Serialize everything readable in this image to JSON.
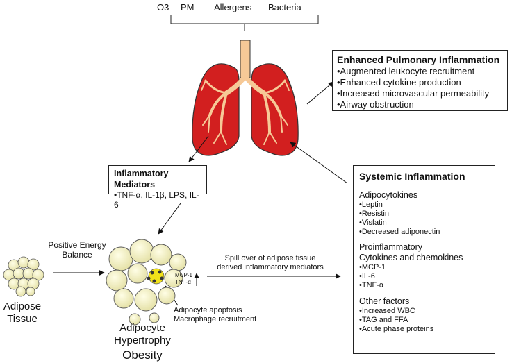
{
  "pollutants": [
    "O3",
    "PM",
    "Allergens",
    "Bacteria"
  ],
  "pulmonary": {
    "title": "Enhanced Pulmonary Inflammation",
    "items": [
      "•Augmented leukocyte recruitment",
      "•Enhanced cytokine production",
      "•Increased microvascular permeability",
      "•Airway obstruction"
    ]
  },
  "mediators": {
    "title": "Inflammatory Mediators",
    "items": [
      "•TNF-α, IL-1β, LPS, IL-6"
    ]
  },
  "systemic": {
    "title": "Systemic Inflammation",
    "adipo_title": "Adipocytokines",
    "adipo_items": [
      "•Leptin",
      "•Resistin",
      "•Visfatin",
      "•Decreased adiponectin"
    ],
    "pro_title_1": "Proinflammatory",
    "pro_title_2": "Cytokines and chemokines",
    "pro_items": [
      "•MCP-1",
      "•IL-6",
      "•TNF-α"
    ],
    "other_title": "Other factors",
    "other_items": [
      "•Increased WBC",
      "•TAG and FFA",
      "•Acute phase proteins"
    ]
  },
  "labels": {
    "positive_energy_1": "Positive Energy",
    "positive_energy_2": "Balance",
    "adipose_1": "Adipose",
    "adipose_2": "Tissue",
    "hypertrophy_1": "Adipocyte",
    "hypertrophy_2": "Hypertrophy",
    "obesity": "Obesity",
    "mcp1": "MCP-1",
    "tnfa": "TNF-α",
    "apoptosis_1": "Adipocyte apoptosis",
    "apoptosis_2": "Macrophage recruitment",
    "spill_1": "Spill over of adipose tissue",
    "spill_2": "derived inflammatory mediators"
  },
  "colors": {
    "lung": "#d21f1f",
    "airway": "#f6c997",
    "fat": "#f3f1c6",
    "macrophage": "#f2e21a"
  }
}
